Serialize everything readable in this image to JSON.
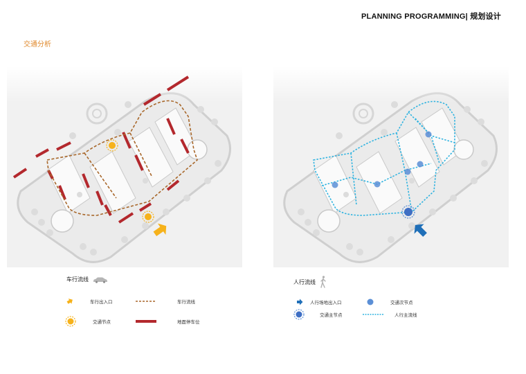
{
  "header": {
    "title": "PLANNING PROGRAMMING| 规划设计"
  },
  "section": {
    "title": "交通分析"
  },
  "vehicle_panel": {
    "heading": "车行流线",
    "heading_icon": "car-icon",
    "legend": {
      "entrance": "车行出入口",
      "flow": "车行流线",
      "node": "交通节点",
      "parking": "地面停车位"
    },
    "colors": {
      "flow": "#a8672a",
      "parking": "#b3282d",
      "node": "#f6b21b",
      "entrance": "#f6b21b"
    }
  },
  "pedestrian_panel": {
    "heading": "人行流线",
    "heading_icon": "walking-person-icon",
    "legend": {
      "entrance": "人行场地出入口",
      "secondary_node": "交通次节点",
      "main_node": "交通主节点",
      "main_flow": "人行主流线"
    },
    "colors": {
      "flow": "#2fb3e0",
      "node": "#5b8fd6",
      "entrance": "#1f6fb8"
    }
  }
}
